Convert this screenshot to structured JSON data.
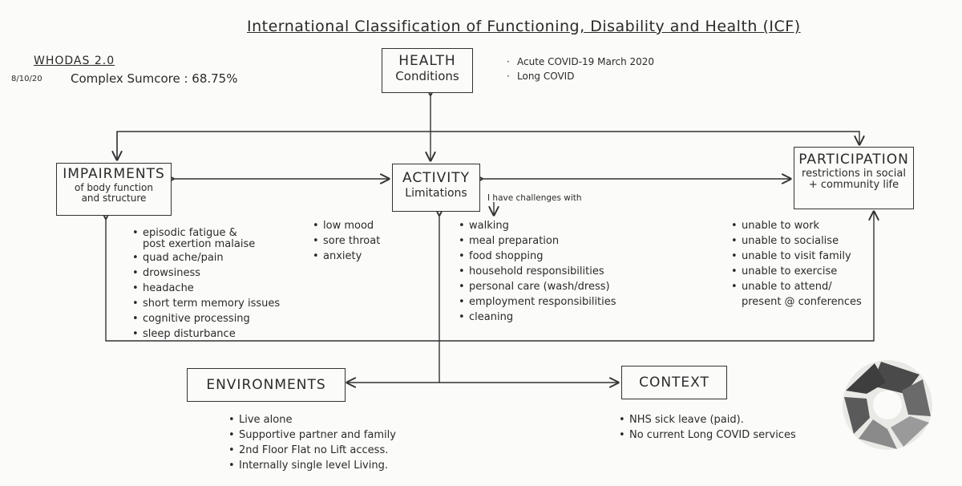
{
  "title": "International Classification of Functioning, Disability and Health (ICF)",
  "whodas": {
    "title": "WHODAS 2.0",
    "date": "8/10/20",
    "score": "Complex Sumcore : 68.75%"
  },
  "health": {
    "heading": "HEALTH",
    "sub": "Conditions",
    "notes": [
      "Acute COVID-19 March 2020",
      "Long COVID"
    ]
  },
  "activity": {
    "heading": "ACTIVITY",
    "sub": "Limitations",
    "note": "I have challenges with",
    "items": [
      "walking",
      "meal preparation",
      "food shopping",
      "household responsibilities",
      "personal care (wash/dress)",
      "employment responsibilities",
      "cleaning"
    ]
  },
  "impairments": {
    "heading": "IMPAIRMENTS",
    "sub1": "of body function",
    "sub2": "and structure",
    "items_left": [
      "episodic fatigue &",
      "post exertion malaise",
      "quad ache/pain",
      "drowsiness",
      "headache",
      "short term memory issues",
      "cognitive processing",
      "sleep disturbance"
    ],
    "items_right": [
      "low mood",
      "sore throat",
      "anxiety"
    ]
  },
  "participation": {
    "heading": "PARTICIPATION",
    "sub1": "restrictions in social",
    "sub2": "+ community life",
    "items": [
      "unable to work",
      "unable to socialise",
      "unable to visit family",
      "unable to exercise",
      "unable to attend/",
      "present @ conferences"
    ]
  },
  "environments": {
    "heading": "ENVIRONMENTS",
    "items": [
      "Live alone",
      "Supportive partner and family",
      "2nd Floor Flat no Lift access.",
      "Internally single level Living."
    ]
  },
  "context": {
    "heading": "CONTEXT",
    "items": [
      "NHS sick leave (paid).",
      "No current Long COVID services"
    ]
  },
  "colors": {
    "ink": "#2a2a2a",
    "paper": "#fbfbf9",
    "logo_dark": "#4a4a4a",
    "logo_light": "#9a9a9a"
  },
  "logo": {
    "icon": "aperture-logo"
  }
}
